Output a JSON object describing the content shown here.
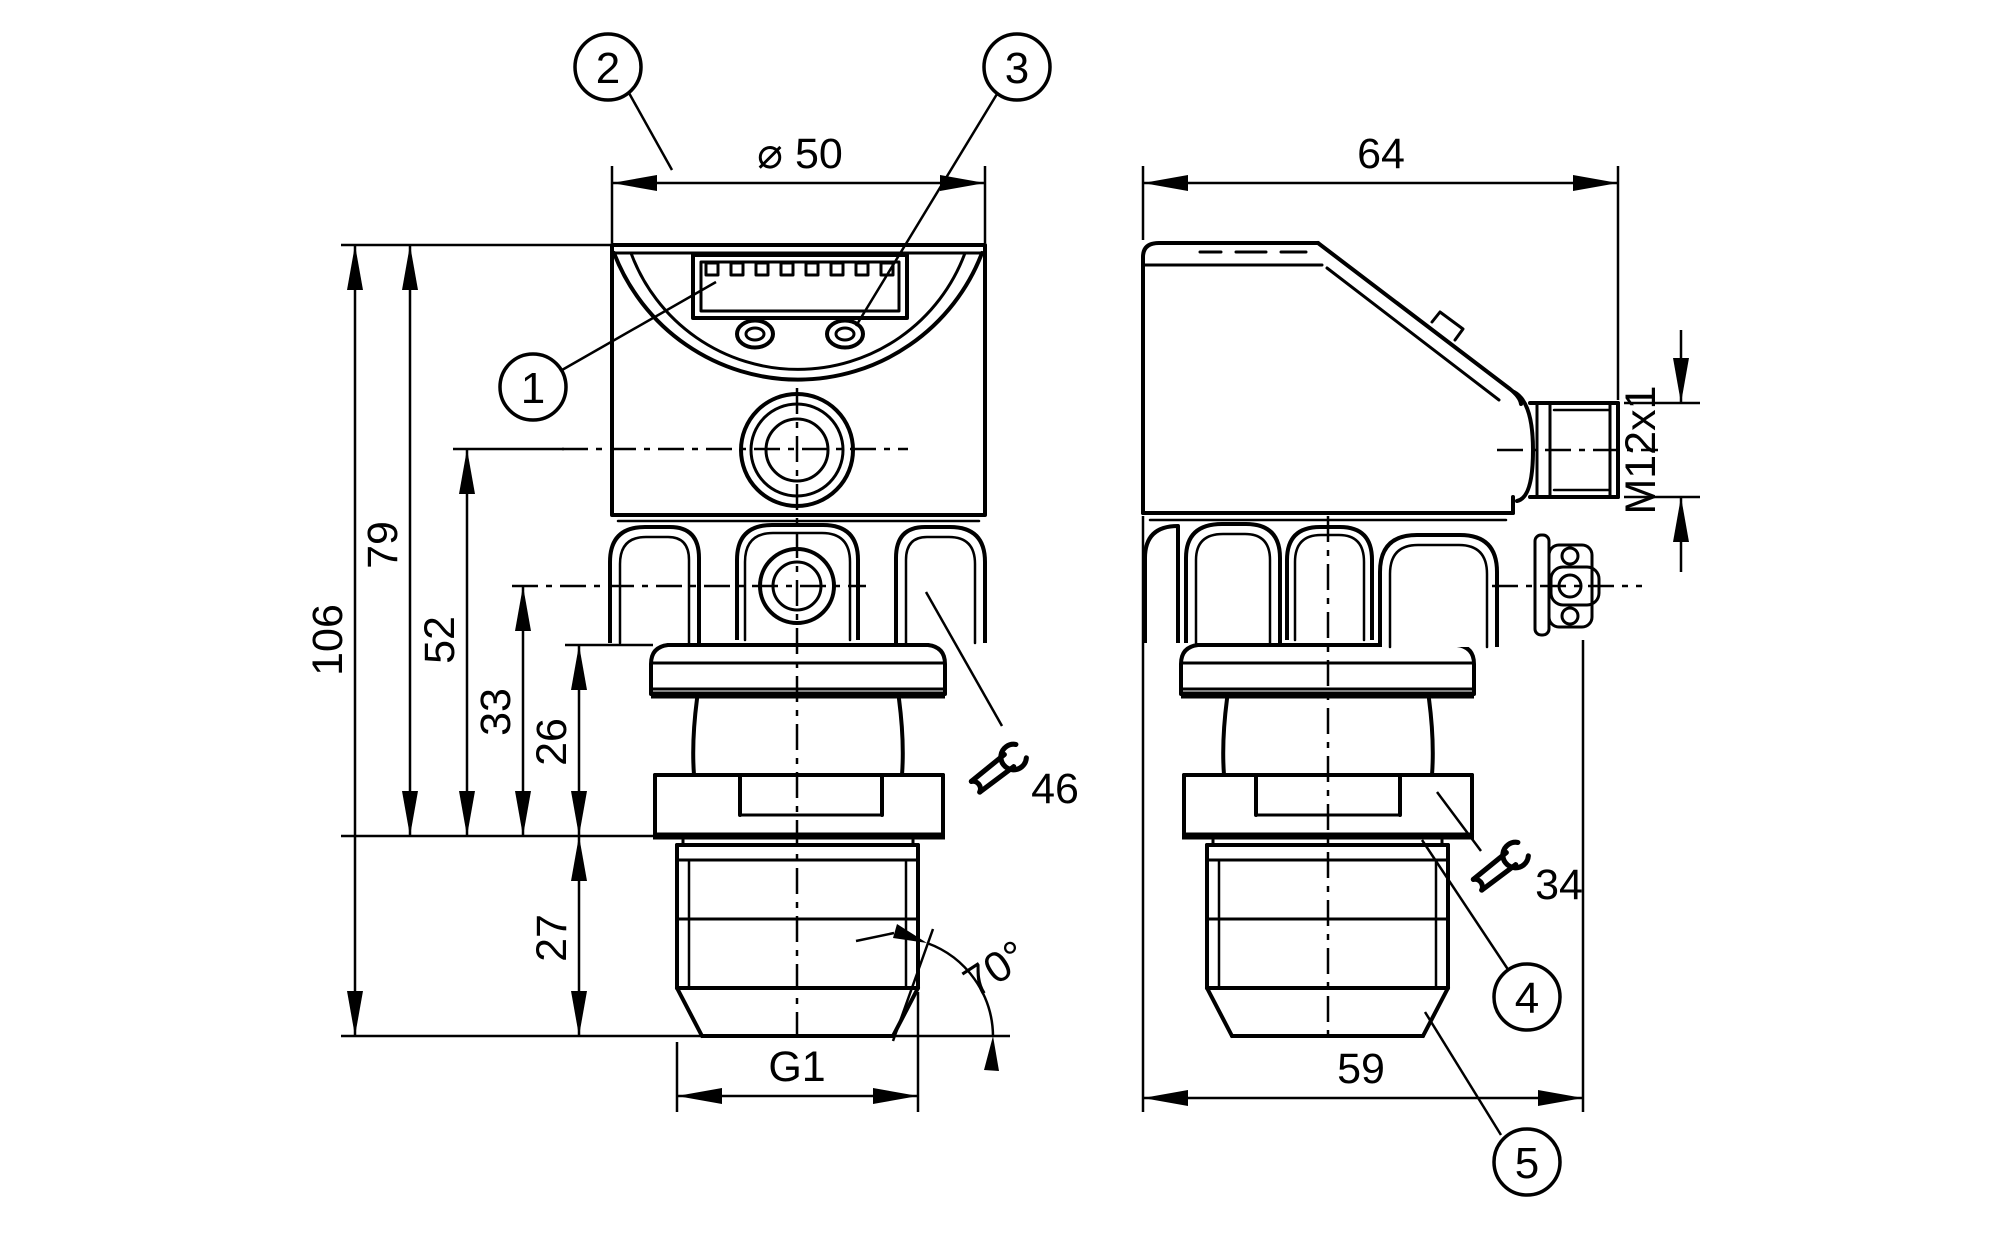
{
  "colors": {
    "line": "#000000",
    "background": "#ffffff"
  },
  "front_view": {
    "dim_diameter": "⌀ 50",
    "dim_total_height": "106",
    "dim_housing_height": "79",
    "dim_connector_axis_height": "52",
    "dim_grip_axis_height": "33",
    "dim_collar_height": "26",
    "dim_thread_length": "27",
    "dim_process_thread": "G1",
    "dim_display_angle": "70°",
    "wrench_size": "46",
    "callout_display_window": "1",
    "callout_housing_front": "2",
    "callout_pushbutton": "3"
  },
  "side_view": {
    "dim_depth": "64",
    "dim_connector_thread": "M12x1",
    "dim_body_width": "59",
    "wrench_size": "34",
    "callout_sealing": "4",
    "callout_process_connection": "5"
  }
}
